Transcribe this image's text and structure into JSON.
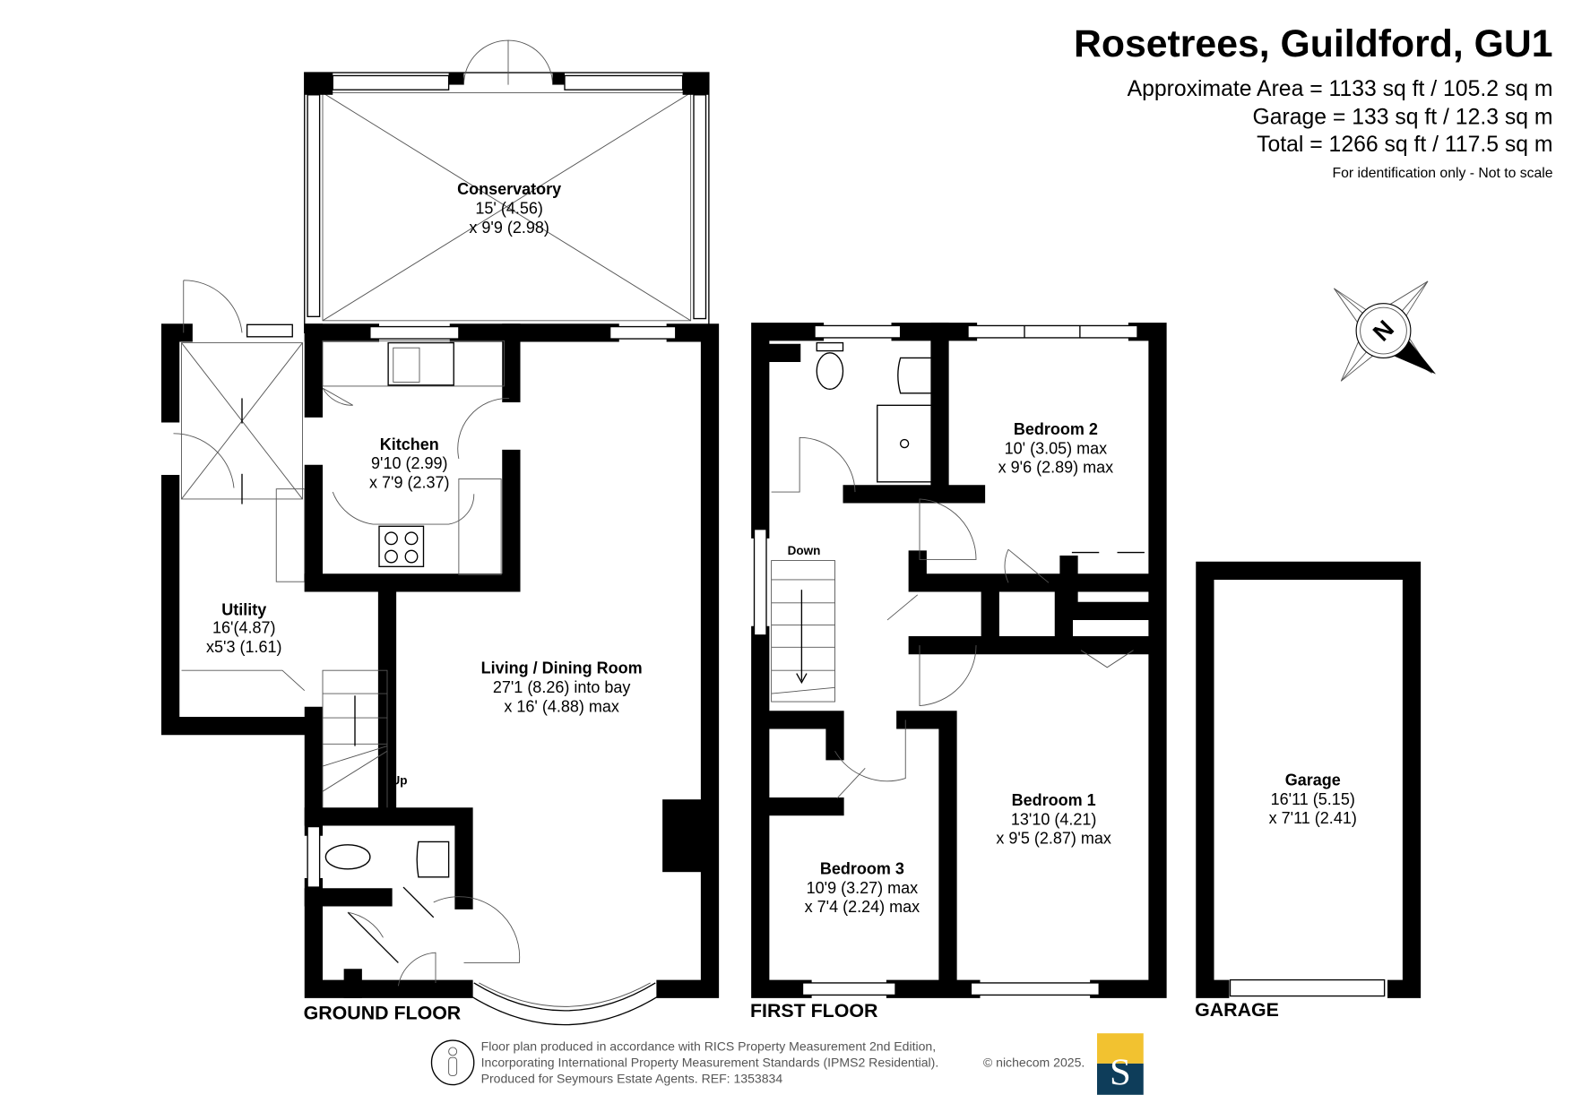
{
  "header": {
    "title": "Rosetrees, Guildford, GU1",
    "approx_area": "Approximate Area = 1133 sq ft / 105.2 sq m",
    "garage_area": "Garage = 133 sq ft / 12.3 sq m",
    "total_area": "Total = 1266 sq ft / 117.5 sq m",
    "disclaimer": "For identification only - Not to scale"
  },
  "ground_floor": {
    "label": "GROUND FLOOR",
    "conservatory": {
      "name": "Conservatory",
      "dim1": "15' (4.56)",
      "dim2": "x 9'9 (2.98)"
    },
    "kitchen": {
      "name": "Kitchen",
      "dim1": "9'10 (2.99)",
      "dim2": "x 7'9 (2.37)"
    },
    "utility": {
      "name": "Utility",
      "dim1": "16'(4.87)",
      "dim2": "x5'3 (1.61)"
    },
    "living": {
      "name": "Living / Dining Room",
      "dim1": "27'1 (8.26) into bay",
      "dim2": "x 16' (4.88) max"
    },
    "stairs_label": "Up"
  },
  "first_floor": {
    "label": "FIRST FLOOR",
    "bedroom2": {
      "name": "Bedroom 2",
      "dim1": "10' (3.05) max",
      "dim2": "x 9'6 (2.89) max"
    },
    "bedroom1": {
      "name": "Bedroom 1",
      "dim1": "13'10 (4.21)",
      "dim2": "x 9'5 (2.87) max"
    },
    "bedroom3": {
      "name": "Bedroom 3",
      "dim1": "10'9 (3.27) max",
      "dim2": "x 7'4 (2.24) max"
    },
    "stairs_label": "Down"
  },
  "garage": {
    "label": "GARAGE",
    "room": {
      "name": "Garage",
      "dim1": "16'11 (5.15)",
      "dim2": "x 7'11 (2.41)"
    }
  },
  "compass": {
    "letter": "N"
  },
  "footer": {
    "line1": "Floor plan produced in accordance with RICS Property Measurement 2nd Edition,",
    "line2": "Incorporating International Property Measurement Standards (IPMS2 Residential).",
    "copyright": "© nichecom 2025.",
    "line3": "Produced for Seymours Estate Agents.   REF: 1353834",
    "logo_letter": "S",
    "logo_colors": {
      "top": "#F2C230",
      "bottom": "#0E3D5A"
    }
  }
}
